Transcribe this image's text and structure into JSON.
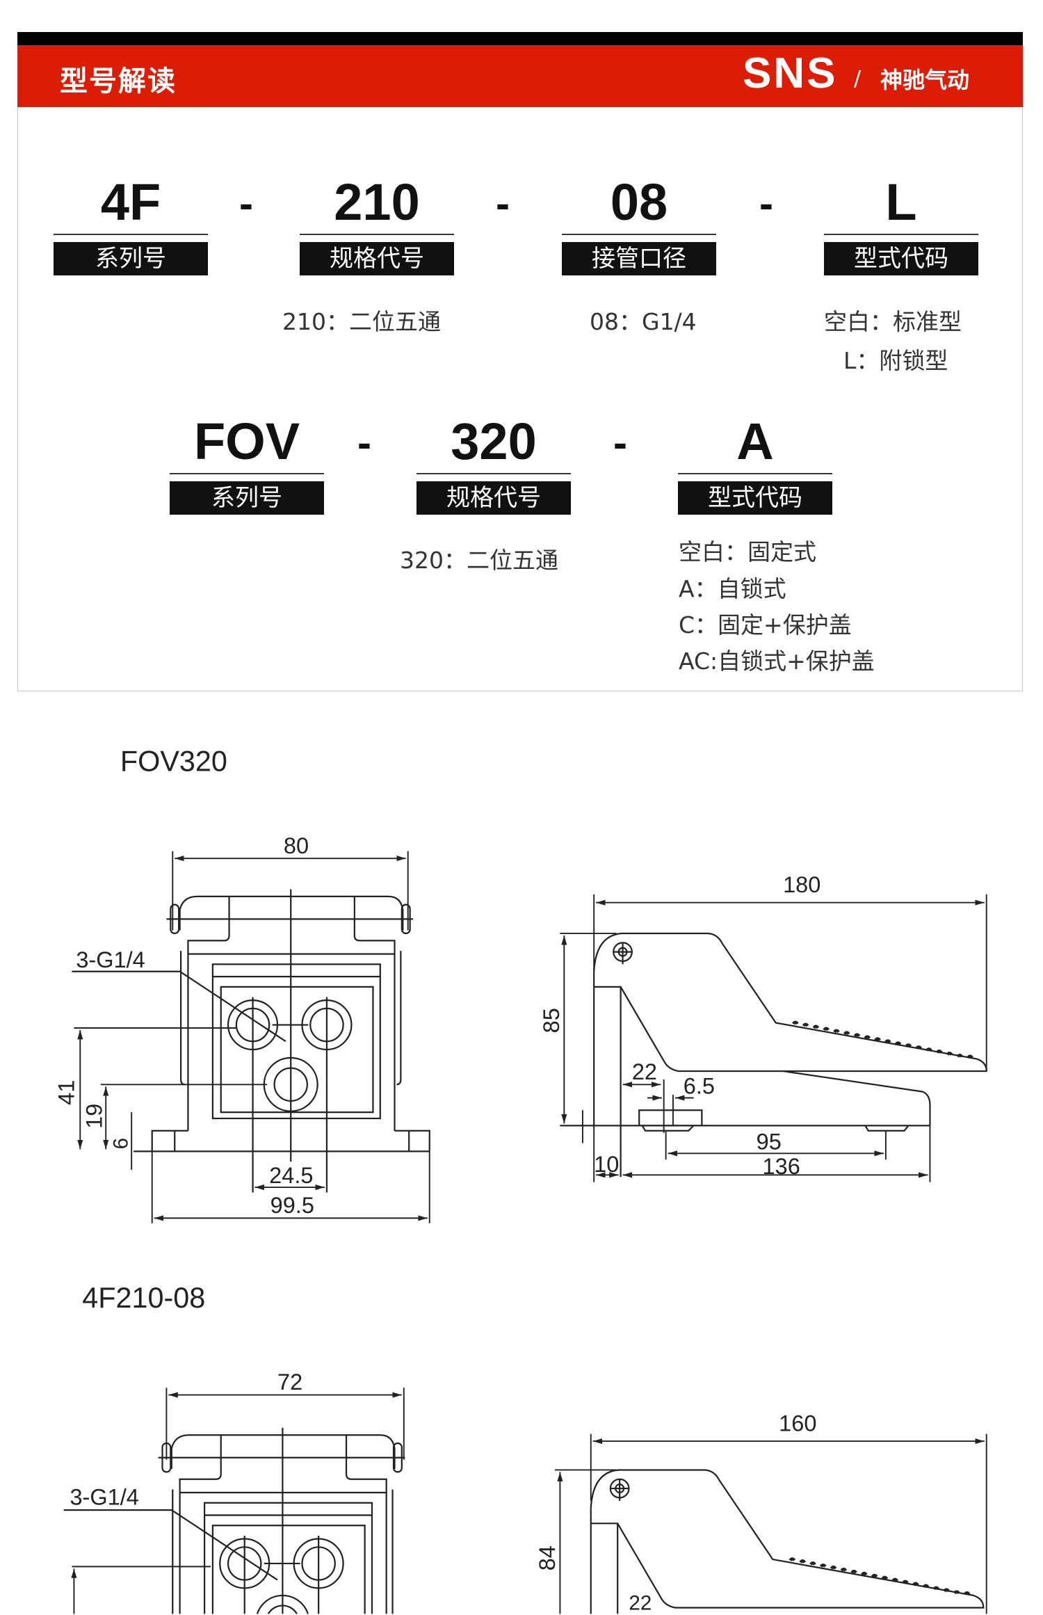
{
  "header": {
    "title": "型号解读",
    "brand": "SNS",
    "separator": "/",
    "brand_cn": "神驰气动"
  },
  "model1": {
    "codes": [
      "4F",
      "210",
      "08",
      "L"
    ],
    "dash": "-",
    "labels": [
      "系列号",
      "规格代号",
      "接管口径",
      "型式代码"
    ],
    "desc_spec": "210：二位五通",
    "desc_port": "08：G1/4",
    "desc_type": [
      "空白：标准型",
      "L：附锁型"
    ]
  },
  "model2": {
    "codes": [
      "FOV",
      "320",
      "A"
    ],
    "dash": "-",
    "labels": [
      "系列号",
      "规格代号",
      "型式代码"
    ],
    "desc_spec": "320：二位五通",
    "desc_type": [
      "空白：固定式",
      "A：自锁式",
      "C：固定+保护盖",
      "AC:自锁式+保护盖"
    ]
  },
  "drawing1": {
    "title": "FOV320",
    "front": {
      "width": "80",
      "ports": "3-G1/4",
      "h41": "41",
      "h19": "19",
      "h6": "6",
      "pitch": "24.5",
      "base": "99.5"
    },
    "side": {
      "length": "180",
      "height": "85",
      "d22": "22",
      "d65": "6.5",
      "d95": "95",
      "d136": "136",
      "d10": "10"
    }
  },
  "drawing2": {
    "title": "4F210-08",
    "front": {
      "width": "72",
      "ports": "3-G1/4"
    },
    "side": {
      "length": "160",
      "height": "84",
      "d22": "22"
    }
  }
}
